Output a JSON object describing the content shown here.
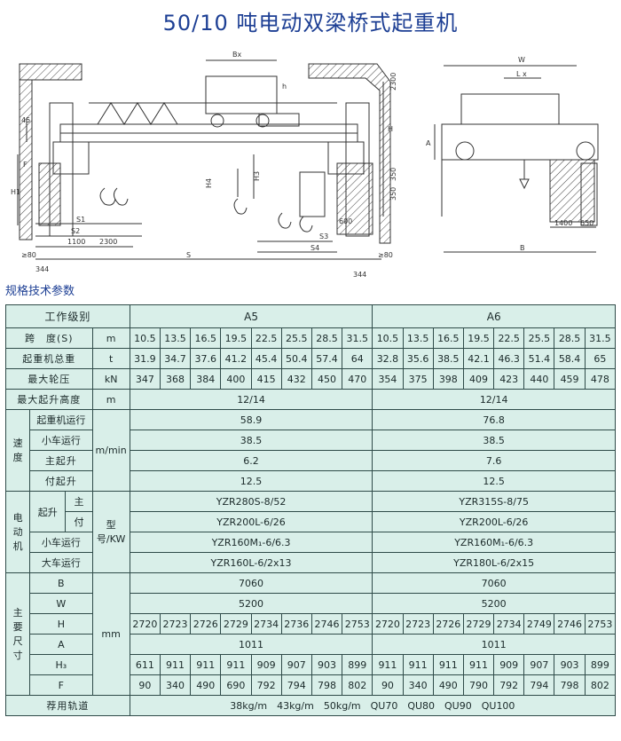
{
  "title": "50/10 吨电动双梁桥式起重机",
  "spec_title": "规格技术参数",
  "drawing_labels": {
    "Bx": "Bx",
    "h": "h",
    "d2300": "2300",
    "H": "H",
    "d45": "45",
    "F": "F",
    "H1": "H1",
    "H4": "H4",
    "H3": "H3",
    "d350a": "350",
    "d350b": "350",
    "S1": "S1",
    "S2": "S2",
    "d1100": "1100",
    "d2300b": "2300",
    "d600": "600",
    "S3": "S3",
    "S4": "S4",
    "ge80a": "≥80",
    "S": "S",
    "ge80b": "≥80",
    "d344a": "344",
    "d344b": "344",
    "W": "W",
    "Lx": "L x",
    "A": "A",
    "d1400": "1400",
    "d650": "650",
    "B": "B"
  },
  "table": {
    "work_class_label": "工作级别",
    "a5": "A5",
    "a6": "A6",
    "span": {
      "label": "跨　度(S)",
      "unit": "m",
      "a5": [
        "10.5",
        "13.5",
        "16.5",
        "19.5",
        "22.5",
        "25.5",
        "28.5",
        "31.5"
      ],
      "a6": [
        "10.5",
        "13.5",
        "16.5",
        "19.5",
        "22.5",
        "25.5",
        "28.5",
        "31.5"
      ]
    },
    "weight": {
      "label": "起重机总重",
      "unit": "t",
      "a5": [
        "31.9",
        "34.7",
        "37.6",
        "41.2",
        "45.4",
        "50.4",
        "57.4",
        "64"
      ],
      "a6": [
        "32.8",
        "35.6",
        "38.5",
        "42.1",
        "46.3",
        "51.4",
        "58.4",
        "65"
      ]
    },
    "wheel": {
      "label": "最大轮压",
      "unit": "kN",
      "a5": [
        "347",
        "368",
        "384",
        "400",
        "415",
        "432",
        "450",
        "470"
      ],
      "a6": [
        "354",
        "375",
        "398",
        "409",
        "423",
        "440",
        "459",
        "478"
      ]
    },
    "lift": {
      "label": "最大起升高度",
      "unit": "m",
      "a5": "12/14",
      "a6": "12/14"
    },
    "speed": {
      "group": "速度",
      "unit": "m/min",
      "crane": {
        "label": "起重机运行",
        "a5": "58.9",
        "a6": "76.8"
      },
      "trolley": {
        "label": "小车运行",
        "a5": "38.5",
        "a6": "38.5"
      },
      "main": {
        "label": "主起升",
        "a5": "6.2",
        "a6": "7.6"
      },
      "aux": {
        "label": "付起升",
        "a5": "12.5",
        "a6": "12.5"
      }
    },
    "motor": {
      "group": "电动机",
      "unit": "型号/KW",
      "lift_label": "起升",
      "main": {
        "label": "主",
        "a5": "YZR280S-8/52",
        "a6": "YZR315S-8/75"
      },
      "aux": {
        "label": "付",
        "a5": "YZR200L-6/26",
        "a6": "YZR200L-6/26"
      },
      "trolley": {
        "label": "小车运行",
        "a5": "YZR160M₁-6/6.3",
        "a6": "YZR160M₁-6/6.3"
      },
      "crane": {
        "label": "大车运行",
        "a5": "YZR160L-6/2x13",
        "a6": "YZR180L-6/2x15"
      }
    },
    "dims": {
      "group": "主要尺寸",
      "unit": "mm",
      "B": {
        "label": "B",
        "a5": "7060",
        "a6": "7060"
      },
      "W": {
        "label": "W",
        "a5": "5200",
        "a6": "5200"
      },
      "H": {
        "label": "H",
        "a5": [
          "2720",
          "2723",
          "2726",
          "2729",
          "2734",
          "2736",
          "2746",
          "2753"
        ],
        "a6": [
          "2720",
          "2723",
          "2726",
          "2729",
          "2734",
          "2749",
          "2746",
          "2753"
        ]
      },
      "A": {
        "label": "A",
        "a5": "1011",
        "a6": "1011"
      },
      "H3": {
        "label": "H₃",
        "a5": [
          "611",
          "911",
          "911",
          "911",
          "909",
          "907",
          "903",
          "899"
        ],
        "a6": [
          "911",
          "911",
          "911",
          "911",
          "909",
          "907",
          "903",
          "899"
        ]
      },
      "F": {
        "label": "F",
        "a5": [
          "90",
          "340",
          "490",
          "690",
          "792",
          "794",
          "798",
          "802"
        ],
        "a6": [
          "90",
          "340",
          "490",
          "790",
          "792",
          "794",
          "798",
          "802"
        ]
      }
    },
    "rail": {
      "label": "荐用轨道",
      "value": "38kg/m　43kg/m　50kg/m　QU70　QU80　QU90　QU100"
    }
  }
}
